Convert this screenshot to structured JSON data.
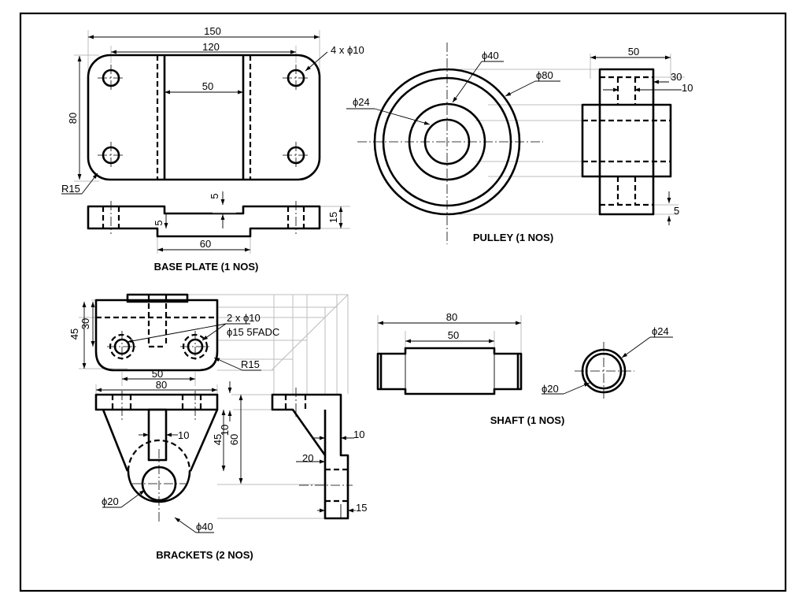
{
  "titles": {
    "base_plate": "BASE PLATE (1 NOS)",
    "pulley": "PULLEY (1 NOS)",
    "brackets": "BRACKETS (2 NOS)",
    "shaft": "SHAFT (1 NOS)"
  },
  "base_plate_dims": {
    "overall_length": "150",
    "hole_centres": "120",
    "holes": "4 x ϕ10",
    "slot_width": "50",
    "height": "80",
    "radius": "R15",
    "recess_depth": "5",
    "step": "5",
    "thickness": "15",
    "recess_length": "60"
  },
  "pulley_dims": {
    "phi40": "ϕ40",
    "phi80": "ϕ80",
    "phi24": "ϕ24",
    "width": "50",
    "hub": "30",
    "groove": "10",
    "offset": "5"
  },
  "bracket_dims": {
    "holes": "2 x ϕ10",
    "cbore": "ϕ15  5FADC",
    "radius": "R15",
    "h45": "45",
    "h30": "30",
    "holes_spacing": "50",
    "width": "80",
    "web": "10",
    "web_h": "10",
    "h45b": "45",
    "h60": "60",
    "phi20": "ϕ20",
    "phi40": "ϕ40",
    "side20": "20",
    "side10": "10",
    "side15": "15"
  },
  "shaft_dims": {
    "length": "80",
    "body": "50",
    "phi24": "ϕ24",
    "phi20": "ϕ20"
  }
}
